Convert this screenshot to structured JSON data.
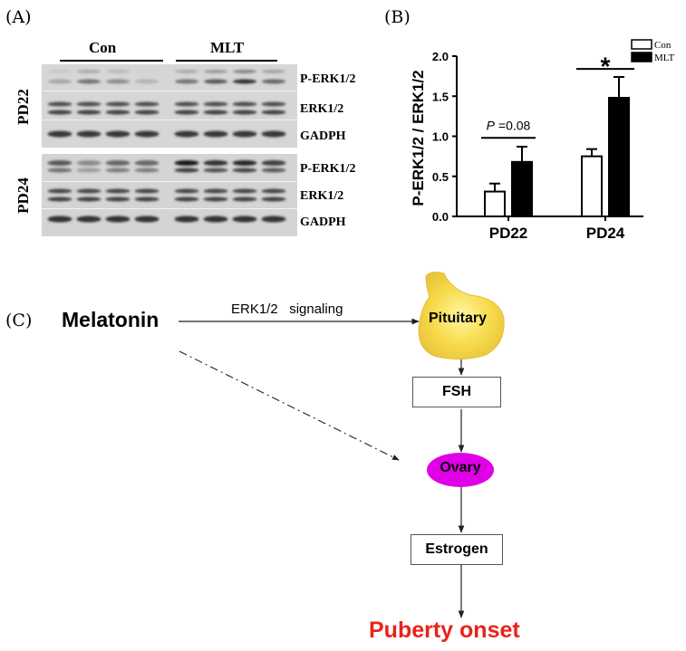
{
  "panels": {
    "a": "(A)",
    "b": "(B)",
    "c": "(C)"
  },
  "blot": {
    "groups": [
      "Con",
      "MLT"
    ],
    "rows": [
      {
        "day": "PD22",
        "bands": [
          "P-ERK1/2",
          "ERK1/2",
          "GADPH"
        ]
      },
      {
        "day": "PD24",
        "bands": [
          "P-ERK1/2",
          "ERK1/2",
          "GADPH"
        ]
      }
    ]
  },
  "chart_data": {
    "type": "bar",
    "categories": [
      "PD22",
      "PD24"
    ],
    "series": [
      {
        "name": "Con",
        "values": [
          0.31,
          0.75
        ],
        "errors": [
          0.1,
          0.09
        ],
        "color": "#ffffff"
      },
      {
        "name": "MLT",
        "values": [
          0.68,
          1.48
        ],
        "errors": [
          0.19,
          0.26
        ],
        "color": "#000000"
      }
    ],
    "ylabel": "P-ERK1/2 / ERK1/2",
    "ylim": [
      0,
      2.0
    ],
    "yticks": [
      "0.0",
      "0.5",
      "1.0",
      "1.5",
      "2.0"
    ],
    "legend": "top-right",
    "annotations": [
      {
        "category": "PD22",
        "p_prefix": "P",
        "p_text": " =0.08"
      },
      {
        "category": "PD24",
        "text": "*"
      }
    ]
  },
  "diagram": {
    "melatonin": "Melatonin",
    "signaling": "ERK1/2   signaling",
    "pituitary": "Pituitary",
    "fsh": "FSH",
    "ovary": "Ovary",
    "estrogen": "Estrogen",
    "outcome": "Puberty onset",
    "colors": {
      "ovary": "#e000e8",
      "outcome": "#e8231b",
      "pituitary": "#f5dc3a"
    }
  }
}
